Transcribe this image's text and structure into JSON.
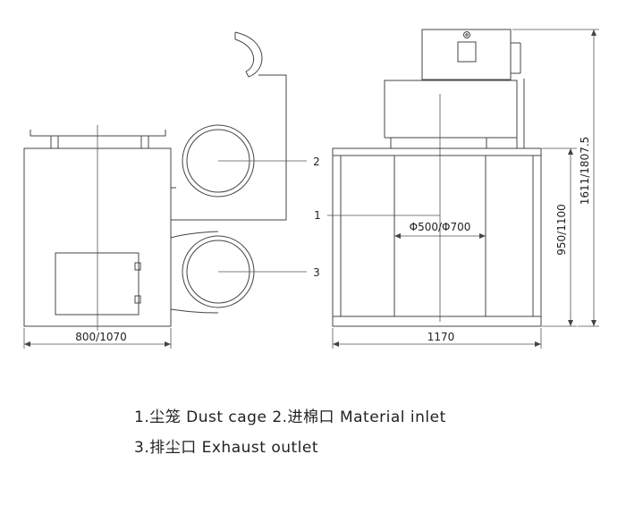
{
  "dimensions": {
    "side_width": "800/1070",
    "front_width": "1170",
    "cage_height": "950/1100",
    "total_height": "1611/1807.5",
    "drum_diameter": "Φ500/Φ700"
  },
  "callouts": {
    "one": "1",
    "two": "2",
    "three": "3"
  },
  "legend": {
    "line1": "1.尘笼 Dust cage  2.进棉口 Material inlet",
    "line2": "3.排尘口 Exhaust outlet"
  }
}
